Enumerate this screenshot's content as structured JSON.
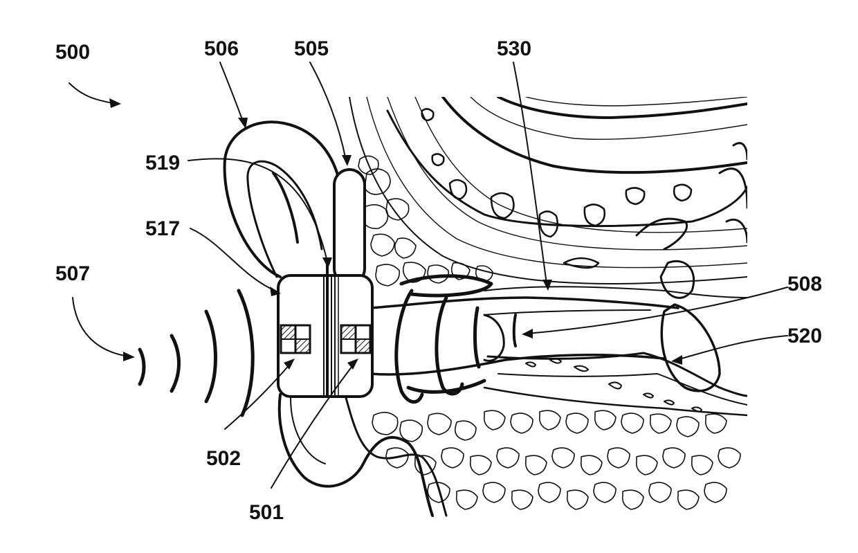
{
  "figure": {
    "labels": {
      "fig": "500",
      "ear": "506",
      "bte_part": "505",
      "canal": "530",
      "wire": "519",
      "housing": "517",
      "sound": "507",
      "receiver_end": "508",
      "eardrum": "520",
      "element_a": "502",
      "element_b": "501"
    },
    "colors": {
      "ink": "#111111",
      "paper": "#ffffff"
    }
  }
}
